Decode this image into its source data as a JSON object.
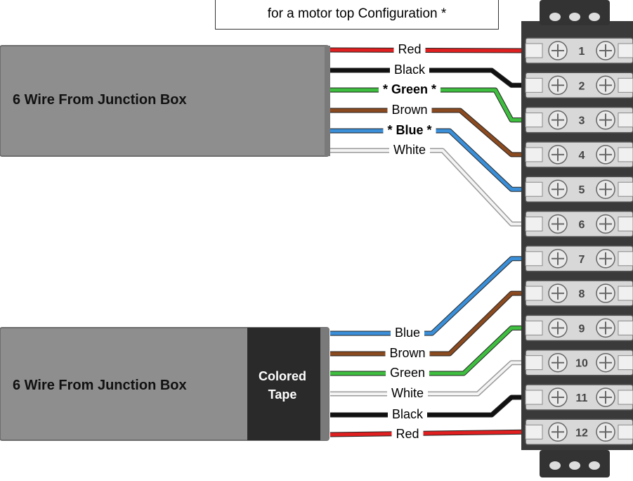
{
  "note_text": "for a motor top Configuration *",
  "top_cable": {
    "title": "6 Wire From Junction Box"
  },
  "bottom_cable": {
    "title": "6 Wire From Junction Box",
    "tape_label": "Colored\nTape"
  },
  "colors": {
    "red": "#e02020",
    "black": "#111111",
    "green": "#3fbf3f",
    "brown": "#8b4a1f",
    "blue": "#3a8fd8",
    "white": "#f4f4f4",
    "cable": "#8e8e8e",
    "tape": "#2a2a2a",
    "terminal_block": "#3a3a3a"
  },
  "top_wires": [
    {
      "label": "Red",
      "color": "red",
      "terminal": 1,
      "emphasis": false
    },
    {
      "label": "Black",
      "color": "black",
      "terminal": 2,
      "emphasis": false
    },
    {
      "label": "* Green *",
      "color": "green",
      "terminal": 3,
      "emphasis": true
    },
    {
      "label": "Brown",
      "color": "brown",
      "terminal": 4,
      "emphasis": false
    },
    {
      "label": "* Blue *",
      "color": "blue",
      "terminal": 5,
      "emphasis": true
    },
    {
      "label": "White",
      "color": "white",
      "terminal": 6,
      "emphasis": false
    }
  ],
  "bottom_wires": [
    {
      "label": "Blue",
      "color": "blue",
      "terminal": 7
    },
    {
      "label": "Brown",
      "color": "brown",
      "terminal": 8
    },
    {
      "label": "Green",
      "color": "green",
      "terminal": 9
    },
    {
      "label": "White",
      "color": "white",
      "terminal": 10
    },
    {
      "label": "Black",
      "color": "black",
      "terminal": 11
    },
    {
      "label": "Red",
      "color": "red",
      "terminal": 12
    }
  ],
  "terminals": [
    "1",
    "2",
    "3",
    "4",
    "5",
    "6",
    "7",
    "8",
    "9",
    "10",
    "11",
    "12"
  ]
}
